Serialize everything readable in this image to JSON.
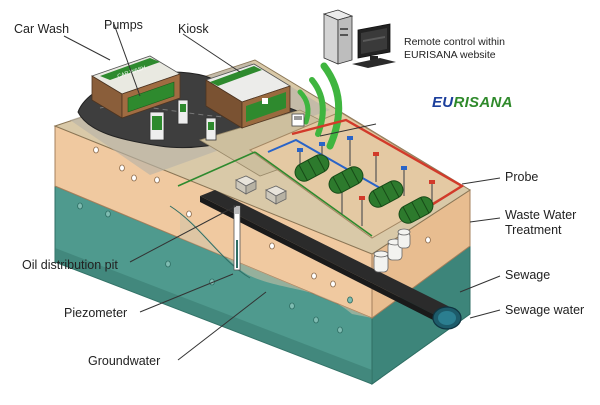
{
  "labels": {
    "car_wash": "Car Wash",
    "pumps": "Pumps",
    "kiosk": "Kiosk",
    "remote_control": "Remote control within EURISANA website",
    "probe": "Probe",
    "waste_water_treatment": "Waste Water Treatment",
    "sewage": "Sewage",
    "sewage_water": "Sewage water",
    "oil_distribution_pit": "Oil distribution pit",
    "piezometer": "Piezometer",
    "groundwater": "Groundwater"
  },
  "logo": {
    "part1": "EU",
    "part2": "RISANA"
  },
  "signs": {
    "car_wash_sign": "CAR WASH"
  },
  "colors": {
    "soil": "#f0c9a0",
    "groundwater": "#4f9a8e",
    "pavement": "#3e3e3e",
    "station_green": "#2e8a2e",
    "wireless": "#3fb53f",
    "pipe_red": "#d23a2a",
    "pipe_blue": "#2a64c8",
    "sewage_pipe": "#2b2b2b",
    "logo_blue": "#1c3f9c",
    "logo_green": "#2f8a2b"
  }
}
